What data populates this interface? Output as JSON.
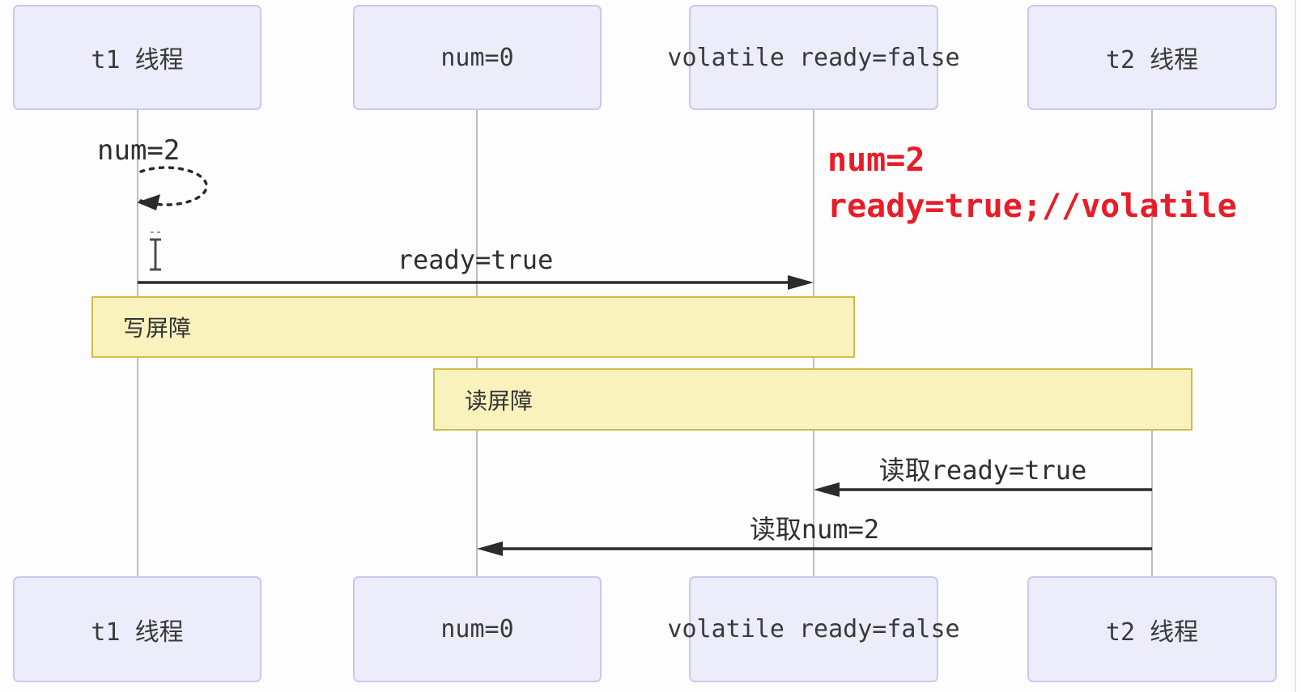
{
  "diagram_type": "sequence-diagram",
  "topic": "volatile write/read memory barriers between two threads",
  "participants": [
    {
      "id": "t1",
      "label": "t1 线程"
    },
    {
      "id": "num",
      "label": "num=0"
    },
    {
      "id": "volatile",
      "label": "volatile ready=false"
    },
    {
      "id": "t2",
      "label": "t2 线程"
    }
  ],
  "self_message": {
    "on": "t1",
    "label": "num=2",
    "style": "dashed-loop"
  },
  "messages": [
    {
      "from": "t1",
      "to": "volatile",
      "label": "ready=true",
      "direction": "right"
    },
    {
      "from": "t2",
      "to": "volatile",
      "label": "读取ready=true",
      "direction": "left"
    },
    {
      "from": "t2",
      "to": "num",
      "label": "读取num=2",
      "direction": "left"
    }
  ],
  "barriers": [
    {
      "label": "写屏障",
      "spans": "t1 → past volatile lifeline"
    },
    {
      "label": "读屏障",
      "spans": "before num → past t2 lifeline"
    }
  ],
  "annotation": {
    "line1": "num=2",
    "line2": "ready=true;//volatile",
    "color": "#e91c28"
  },
  "cursor": {
    "type": "text-ibeam"
  },
  "colors": {
    "participant_fill": "#ececfb",
    "participant_border": "#c9c9ee",
    "barrier_fill": "#faf2bd",
    "barrier_border": "#d2ba4c",
    "arrow": "#2b2b2b",
    "lifeline": "#bdbdbd",
    "label_text": "#2f2f2f",
    "annotation_red": "#e91c28",
    "background": "#fdfdfe"
  }
}
